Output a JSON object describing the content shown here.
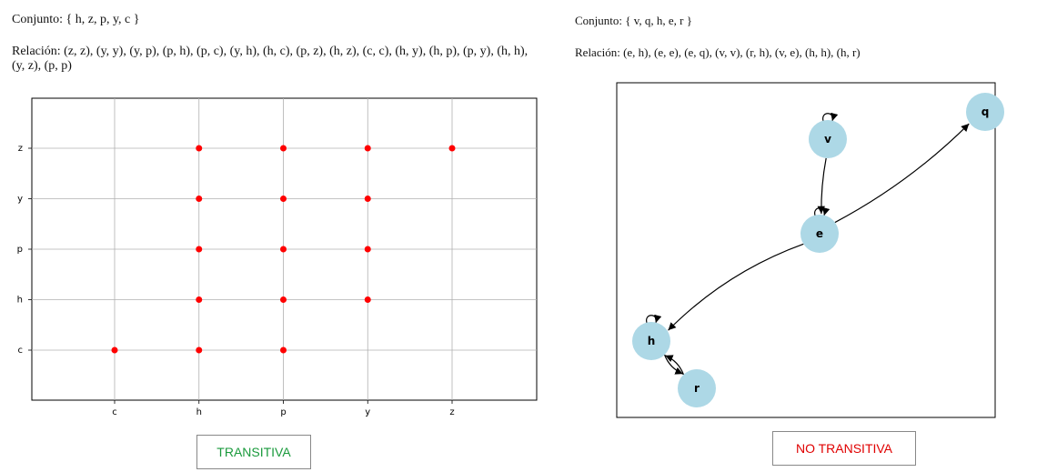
{
  "left": {
    "conjunto_text": "Conjunto: { h, z, p, y, c }",
    "relacion_text": "Relación: (z, z), (y, y), (y, p), (p, h), (p, c), (y, h), (h, c), (p, z), (h, z), (c, c), (h, y), (h, p), (p, y), (h, h), (y, z), (p, p)",
    "verdict": "TRANSITIVA",
    "verdict_color": "#1a9a3c"
  },
  "right": {
    "conjunto_text": "Conjunto: { v, q, h, e, r }",
    "relacion_text": "Relación: (e, h), (e, e), (e, q), (v, v), (r, h), (v, e), (h, h), (h, r)",
    "verdict": "NO TRANSITIVA",
    "verdict_color": "#e00000"
  },
  "chart_data": {
    "type": "scatter",
    "categories": [
      "c",
      "h",
      "p",
      "y",
      "z"
    ],
    "x_labels": [
      "c",
      "h",
      "p",
      "y",
      "z"
    ],
    "y_labels": [
      "c",
      "h",
      "p",
      "y",
      "z"
    ],
    "grid": true,
    "point_color": "#ff0000",
    "points": [
      {
        "x": "c",
        "y": "c"
      },
      {
        "x": "h",
        "y": "c"
      },
      {
        "x": "h",
        "y": "h"
      },
      {
        "x": "h",
        "y": "p"
      },
      {
        "x": "h",
        "y": "y"
      },
      {
        "x": "h",
        "y": "z"
      },
      {
        "x": "p",
        "y": "c"
      },
      {
        "x": "p",
        "y": "h"
      },
      {
        "x": "p",
        "y": "p"
      },
      {
        "x": "p",
        "y": "y"
      },
      {
        "x": "p",
        "y": "z"
      },
      {
        "x": "y",
        "y": "h"
      },
      {
        "x": "y",
        "y": "p"
      },
      {
        "x": "y",
        "y": "y"
      },
      {
        "x": "y",
        "y": "z"
      },
      {
        "x": "z",
        "y": "z"
      }
    ]
  },
  "graph": {
    "node_color": "#add8e6",
    "nodes": [
      "v",
      "q",
      "e",
      "h",
      "r"
    ],
    "edges": [
      [
        "e",
        "h"
      ],
      [
        "e",
        "e"
      ],
      [
        "e",
        "q"
      ],
      [
        "v",
        "v"
      ],
      [
        "r",
        "h"
      ],
      [
        "v",
        "e"
      ],
      [
        "h",
        "h"
      ],
      [
        "h",
        "r"
      ]
    ]
  }
}
